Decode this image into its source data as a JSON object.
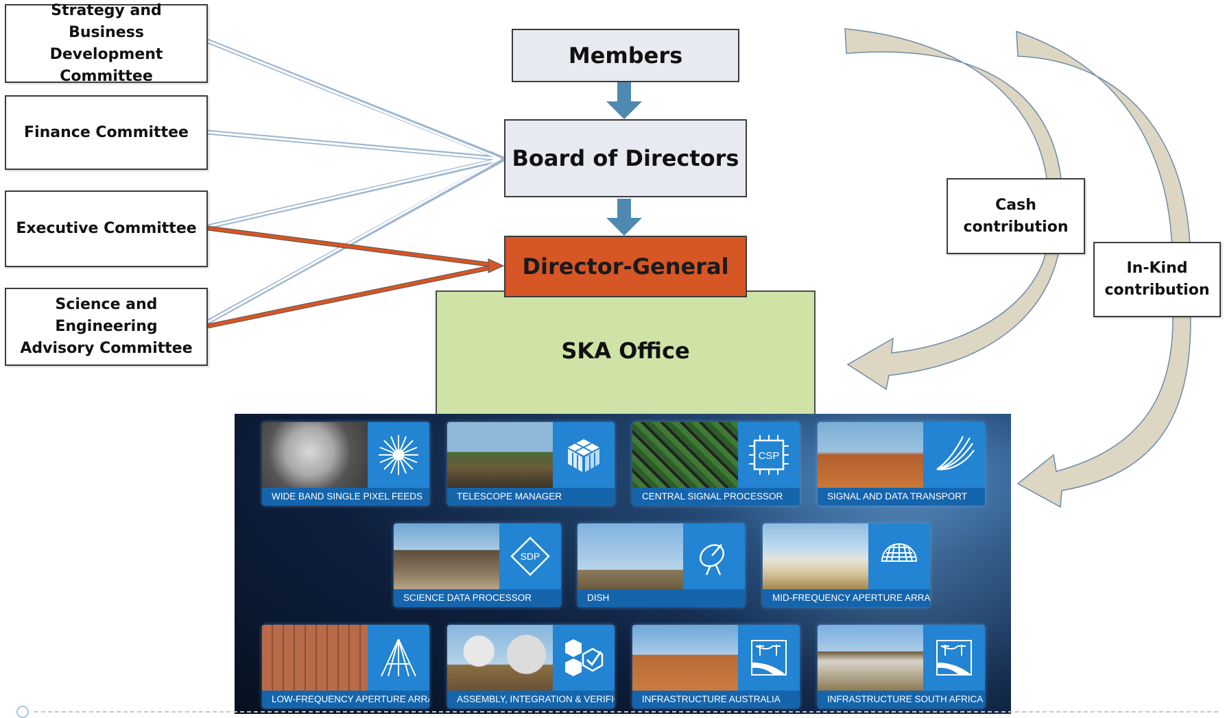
{
  "committees": [
    {
      "label": "Strategy and Business\nDevelopment Committee"
    },
    {
      "label": "Finance Committee"
    },
    {
      "label": "Executive Committee"
    },
    {
      "label": "Science and Engineering\nAdvisory Committee"
    }
  ],
  "governance": {
    "members": "Members",
    "board": "Board of Directors",
    "director_general": "Director-General",
    "office": "SKA Office"
  },
  "contributions": {
    "cash": "Cash\ncontribution",
    "in_kind": "In-Kind\ncontribution"
  },
  "colors": {
    "blue_arrow": "#4f89b1",
    "orange": "#d65626",
    "office_green": "#cfe3a7",
    "tan_arrow": "#ddd6c3"
  },
  "work_packages": [
    {
      "caption": "WIDE BAND SINGLE PIXEL FEEDS",
      "icon": "starburst-icon"
    },
    {
      "caption": "TELESCOPE MANAGER",
      "icon": "cube-grid-icon"
    },
    {
      "caption": "CENTRAL SIGNAL PROCESSOR",
      "icon": "chip-icon",
      "icon_text": "CSP"
    },
    {
      "caption": "SIGNAL AND DATA TRANSPORT",
      "icon": "fiber-icon"
    },
    {
      "caption": "SCIENCE DATA PROCESSOR",
      "icon": "diamond-chip-icon",
      "icon_text": "SDP"
    },
    {
      "caption": "DISH",
      "icon": "dish-icon"
    },
    {
      "caption": "MID-FREQUENCY APERTURE ARRAY",
      "icon": "sphere-mesh-icon"
    },
    {
      "caption": "LOW-FREQUENCY APERTURE ARRAY",
      "icon": "antenna-icon"
    },
    {
      "caption": "ASSEMBLY, INTEGRATION & VERIFICATION",
      "icon": "hexagon-check-icon"
    },
    {
      "caption": "INFRASTRUCTURE AUSTRALIA",
      "icon": "power-line-icon"
    },
    {
      "caption": "INFRASTRUCTURE SOUTH AFRICA",
      "icon": "power-line-icon"
    }
  ]
}
